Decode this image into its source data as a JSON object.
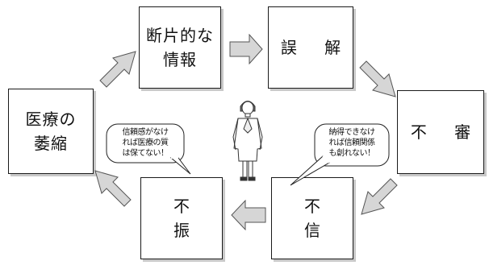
{
  "boxes": {
    "fragmented_info": "断片的な\n情報",
    "misunderstanding": "誤 解",
    "suspicion": "不 審",
    "distrust": "不 信",
    "slump": "不 振",
    "medical_atrophy": "医療の\n萎縮"
  },
  "bubbles": {
    "left": "信頼感がなけ\nれば医療の質\nは保てない！",
    "right": "納得できなけ\nれば信頼関係\nも創れない！"
  },
  "figure": "doctor-figure",
  "colors": {
    "border": "#1a1a1a",
    "shadow": "#c9c9c9",
    "arrow_fill": "#d6d6d6"
  }
}
